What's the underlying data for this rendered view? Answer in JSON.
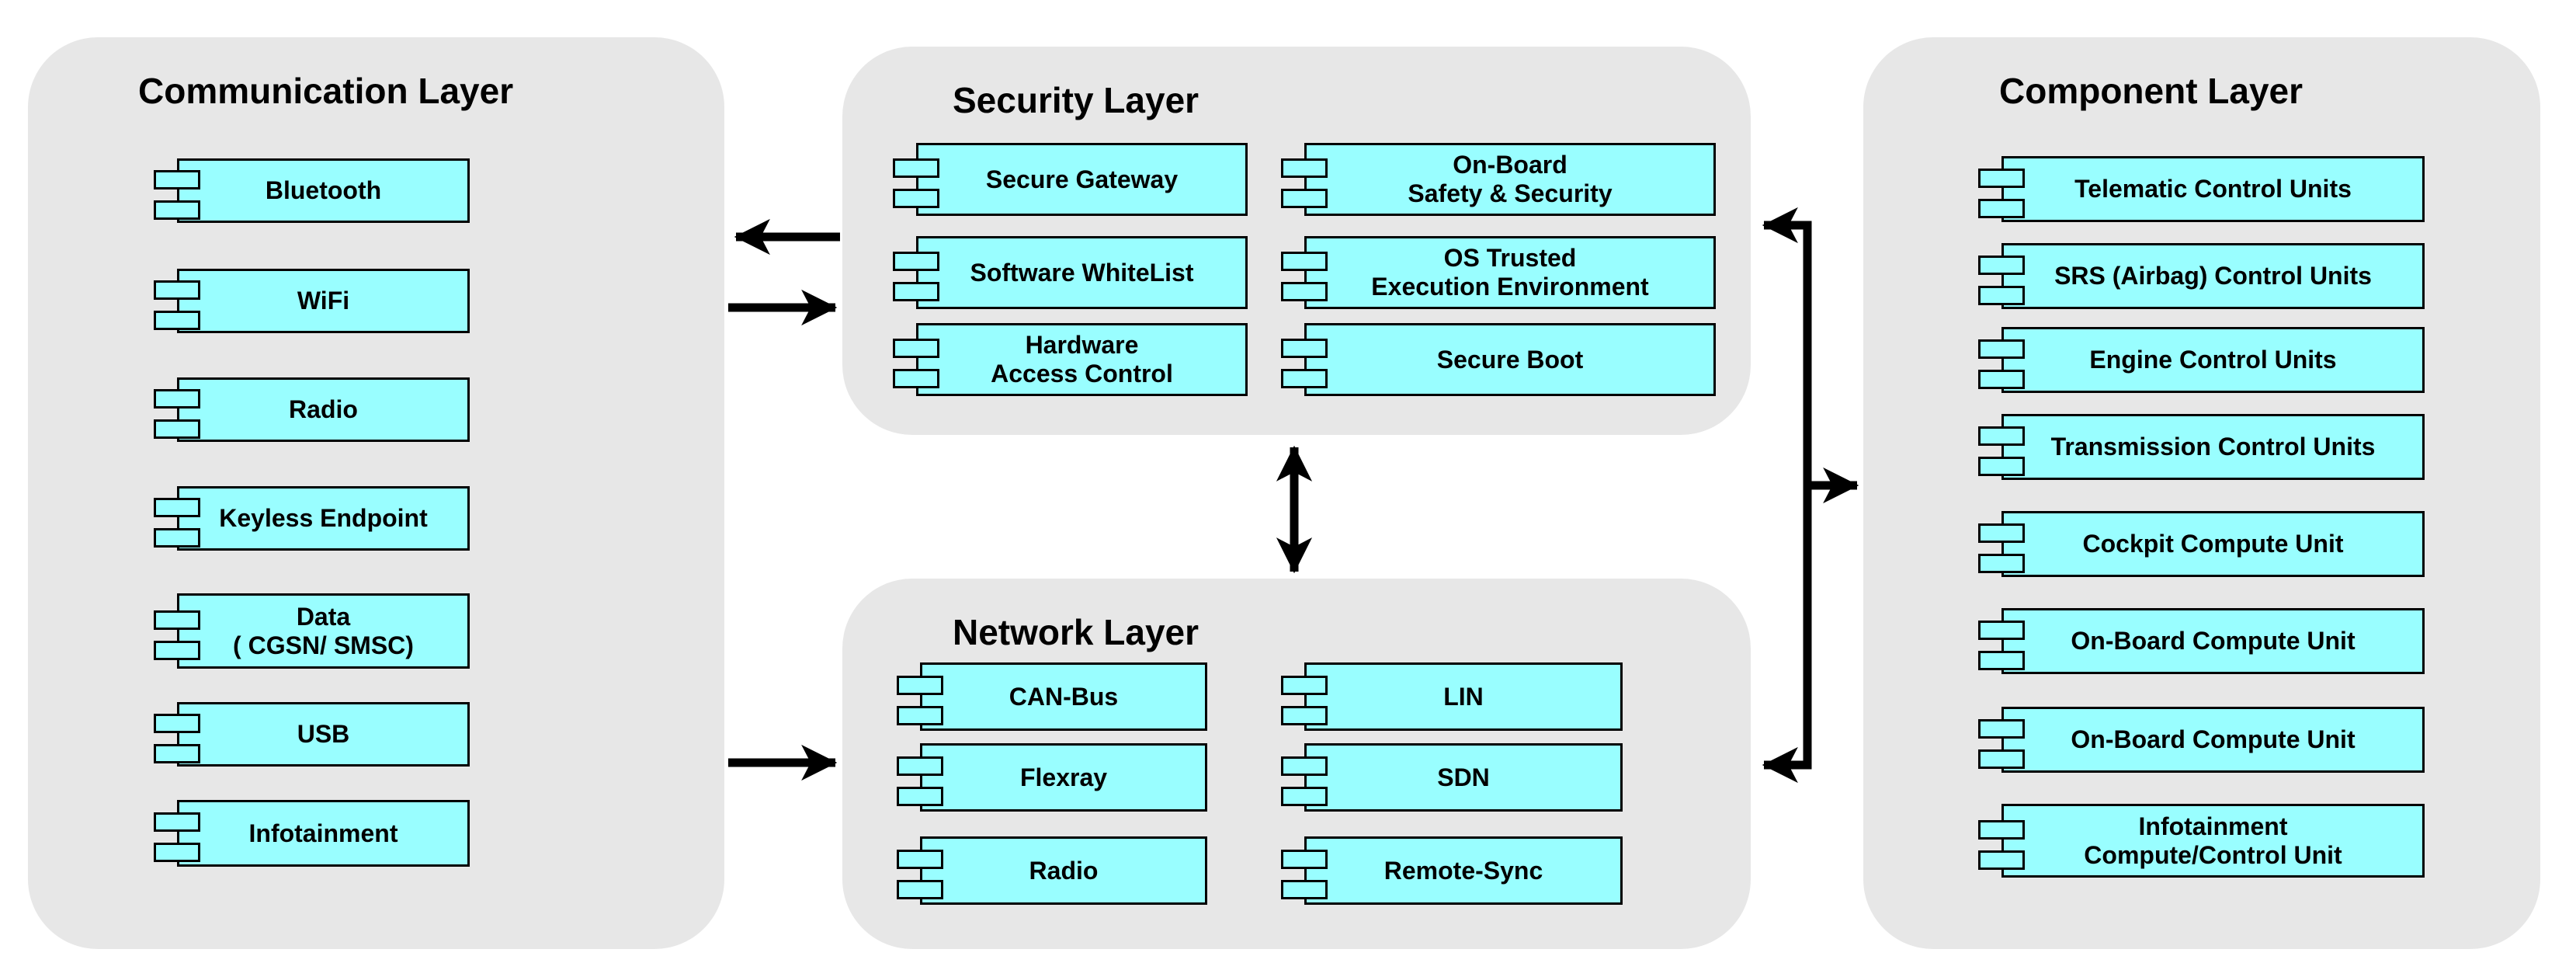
{
  "style": {
    "page_bg": "#ffffff",
    "panel_bg": "#e7e7e7",
    "box_fill": "#99feff",
    "box_border": "#000000",
    "arrow_color": "#000000",
    "text_color": "#000000"
  },
  "layers": {
    "communication": {
      "title": "Communication Layer",
      "items": [
        "Bluetooth",
        "WiFi",
        "Radio",
        "Keyless Endpoint",
        "Data\n( CGSN/ SMSC)",
        "USB",
        "Infotainment"
      ]
    },
    "security": {
      "title": "Security Layer",
      "left_items": [
        "Secure Gateway",
        "Software WhiteList",
        "Hardware\nAccess Control"
      ],
      "right_items": [
        "On-Board\nSafety & Security",
        "OS Trusted\nExecution Environment",
        "Secure Boot"
      ]
    },
    "network": {
      "title": "Network Layer",
      "left_items": [
        "CAN-Bus",
        "Flexray",
        "Radio"
      ],
      "right_items": [
        "LIN",
        "SDN",
        "Remote-Sync"
      ]
    },
    "component": {
      "title": "Component Layer",
      "items": [
        "Telematic Control Units",
        "SRS (Airbag) Control Units",
        "Engine Control Units",
        "Transmission Control Units",
        "Cockpit Compute Unit",
        "On-Board Compute Unit",
        "On-Board Compute Unit",
        "Infotainment\nCompute/Control Unit"
      ]
    }
  },
  "connections": [
    {
      "from": "Security Layer",
      "to": "Communication Layer",
      "arrow": "left"
    },
    {
      "from": "Communication Layer",
      "to": "Security Layer",
      "arrow": "right"
    },
    {
      "from": "Communication Layer",
      "to": "Network Layer",
      "arrow": "right"
    },
    {
      "from": "Security Layer",
      "to": "Network Layer",
      "arrow": "both"
    },
    {
      "trunk": [
        "Security Layer",
        "Network Layer",
        "Component Layer"
      ],
      "arrows": [
        "into Security Layer",
        "into Component Layer",
        "into Network Layer"
      ]
    }
  ]
}
